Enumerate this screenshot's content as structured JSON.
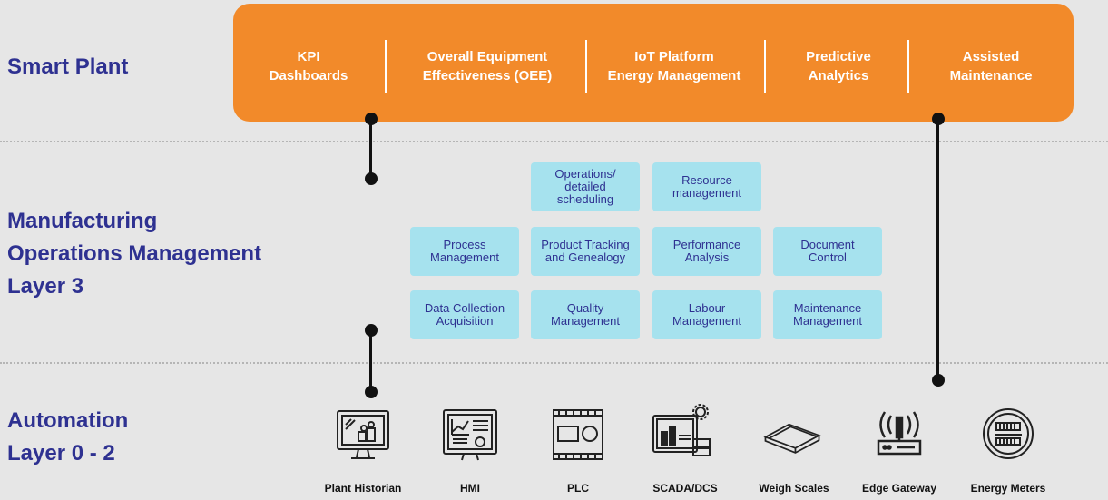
{
  "layers": {
    "smart_plant": {
      "line1": "Smart Plant"
    },
    "mom": {
      "line1": "Manufacturing",
      "line2": "Operations Management",
      "line3": "Layer 3"
    },
    "automation": {
      "line1": "Automation",
      "line2": "Layer 0 - 2"
    }
  },
  "smart_plant_items": [
    {
      "line1": "KPI",
      "line2": "Dashboards"
    },
    {
      "line1": "Overall Equipment",
      "line2": "Effectiveness (OEE)"
    },
    {
      "line1": "IoT Platform",
      "line2": "Energy Management"
    },
    {
      "line1": "Predictive",
      "line2": "Analytics"
    },
    {
      "line1": "Assisted",
      "line2": "Maintenance"
    }
  ],
  "mom_modules": [
    {
      "lines": [
        "Operations/",
        "detailed",
        "scheduling"
      ]
    },
    {
      "lines": [
        "Resource",
        "management"
      ]
    },
    {
      "lines": [
        "Process",
        "Management"
      ]
    },
    {
      "lines": [
        "Product Tracking",
        "and Genealogy"
      ]
    },
    {
      "lines": [
        "Performance",
        "Analysis"
      ]
    },
    {
      "lines": [
        "Document",
        "Control"
      ]
    },
    {
      "lines": [
        "Data Collection",
        "Acquisition"
      ]
    },
    {
      "lines": [
        "Quality",
        "Management"
      ]
    },
    {
      "lines": [
        "Labour",
        "Management"
      ]
    },
    {
      "lines": [
        "Maintenance",
        "Management"
      ]
    }
  ],
  "devices": [
    {
      "label": "Plant Historian",
      "icon": "monitor-icon"
    },
    {
      "label": "HMI",
      "icon": "hmi-icon"
    },
    {
      "label": "PLC",
      "icon": "plc-icon"
    },
    {
      "label": "SCADA/DCS",
      "icon": "scada-icon"
    },
    {
      "label": "Weigh Scales",
      "icon": "scale-icon"
    },
    {
      "label": "Edge Gateway",
      "icon": "gateway-icon"
    },
    {
      "label": "Energy Meters",
      "icon": "meter-icon"
    }
  ],
  "colors": {
    "background": "#e6e6e6",
    "accent_orange": "#f28a2a",
    "module_fill": "#a6e2ee",
    "text_navy": "#2e3191"
  }
}
